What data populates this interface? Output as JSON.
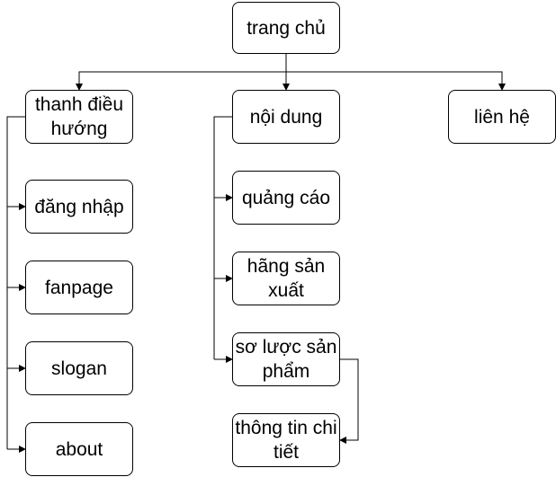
{
  "nodes": {
    "root": "trang chủ",
    "nav": "thanh điều hướng",
    "content": "nội dung",
    "contact": "liên hệ",
    "login": "đăng nhập",
    "fanpage": "fanpage",
    "slogan": "slogan",
    "about": "about",
    "ads": "quảng cáo",
    "manufacturer": "hãng sản xuất",
    "product_summary": "sơ lược sản phẩm",
    "detail_info": "thông tin chi tiết"
  }
}
